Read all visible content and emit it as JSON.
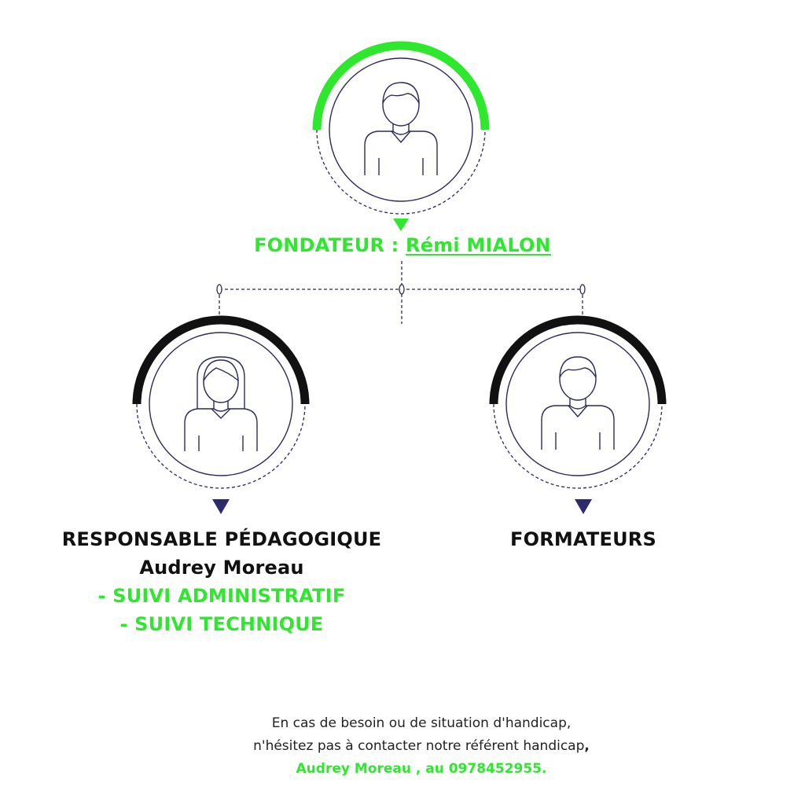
{
  "colors": {
    "accent_green": "#2ee82e",
    "arc_black": "#111111",
    "line_navy": "#2b2a5a",
    "arrow_navy": "#2f2a6b"
  },
  "founder": {
    "prefix": "FONDATEUR : ",
    "name": "Rémi MIALON",
    "icon": "male-avatar-icon"
  },
  "responsable": {
    "title": "RESPONSABLE PÉDAGOGIQUE",
    "name": "Audrey Moreau",
    "duties": [
      "- SUIVI ADMINISTRATIF",
      "- SUIVI TECHNIQUE"
    ],
    "icon": "female-avatar-icon"
  },
  "formateurs": {
    "title": "FORMATEURS",
    "icon": "male-avatar-icon"
  },
  "notice": {
    "line1": "En cas de besoin ou de situation d'handicap,",
    "line2": "n'hésitez pas à contacter notre référent handicap",
    "line2_end": ",",
    "contact": "Audrey Moreau , au 0978452955."
  }
}
